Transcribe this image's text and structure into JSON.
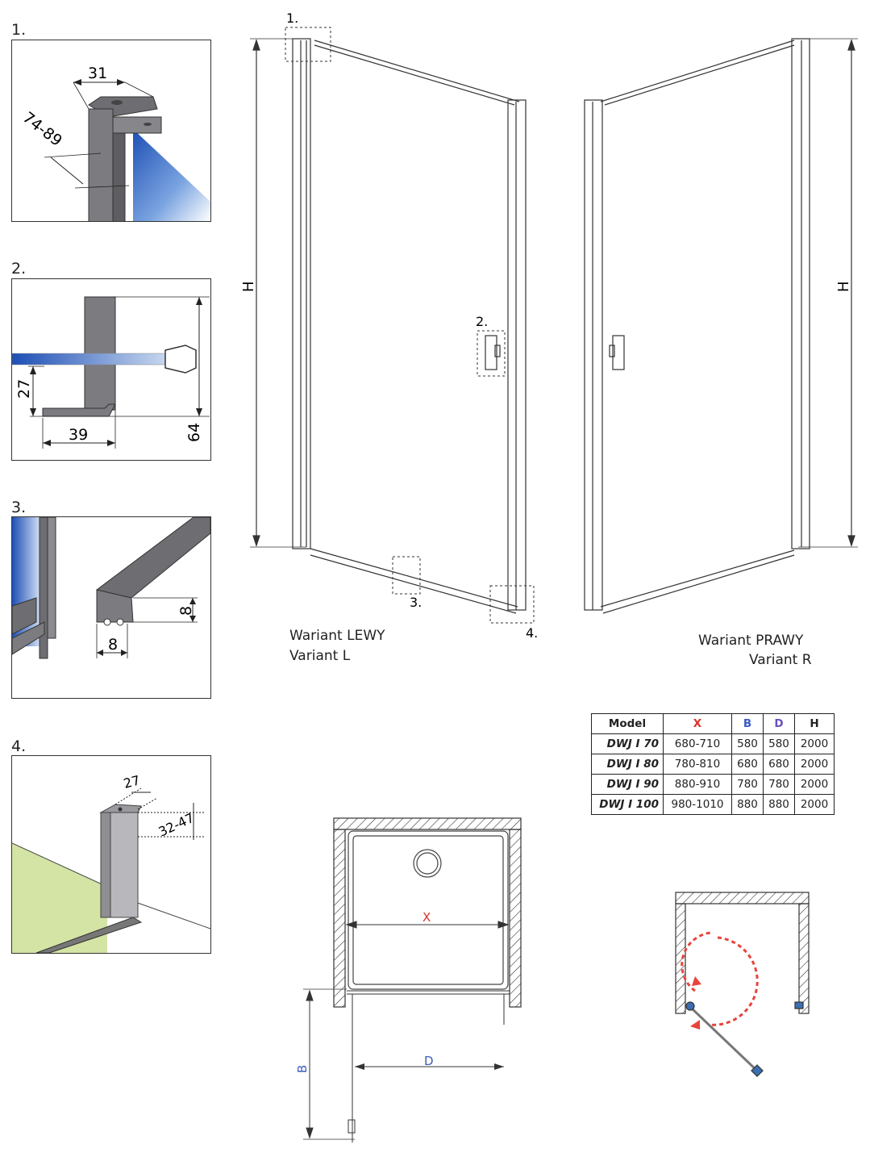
{
  "details": {
    "d1": {
      "number": "1.",
      "width": "31",
      "range": "74-89"
    },
    "d2": {
      "number": "2.",
      "height_small": "27",
      "width": "39",
      "height_large": "64"
    },
    "d3": {
      "number": "3.",
      "height": "8",
      "width": "8"
    },
    "d4": {
      "number": "4.",
      "depth": "27",
      "range": "32-47"
    }
  },
  "elevation": {
    "h_label": "H",
    "callouts": [
      "1.",
      "2.",
      "3.",
      "4."
    ],
    "left_variant": {
      "line1": "Wariant LEWY",
      "line2": "Variant L"
    },
    "right_variant": {
      "line1": "Wariant PRAWY",
      "line2": "Variant R"
    }
  },
  "table": {
    "headers": [
      "Model",
      "X",
      "B",
      "D",
      "H"
    ],
    "header_colors": [
      "#222222",
      "#d9322b",
      "#3a5bbf",
      "#6a4fbf",
      "#222222"
    ],
    "rows": [
      [
        "DWJ I 70",
        "680-710",
        "580",
        "580",
        "2000"
      ],
      [
        "DWJ I 80",
        "780-810",
        "680",
        "680",
        "2000"
      ],
      [
        "DWJ I 90",
        "880-910",
        "780",
        "780",
        "2000"
      ],
      [
        "DWJ I 100",
        "980-1010",
        "880",
        "880",
        "2000"
      ]
    ]
  },
  "plan": {
    "x_label": "X",
    "d_label": "D",
    "b_label": "B"
  },
  "colors": {
    "swing_arrow": "#e8443a",
    "hinge": "#3a6fb0",
    "dim_label": "#3a5bbf"
  }
}
